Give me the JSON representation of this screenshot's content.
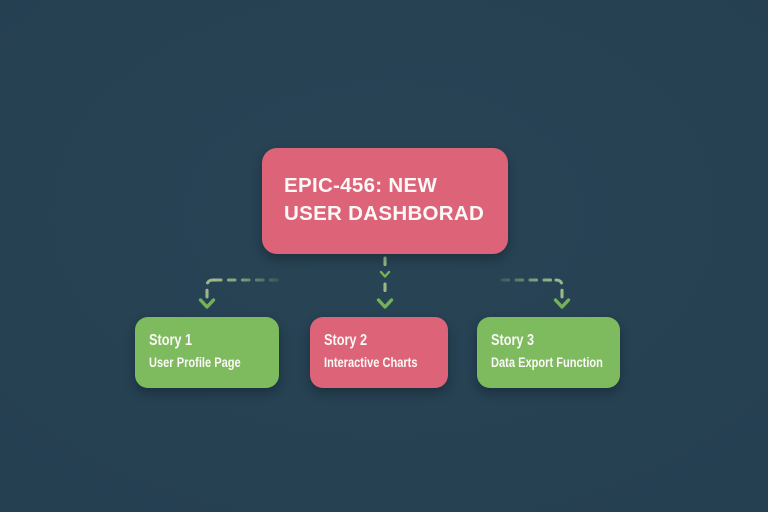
{
  "diagram": {
    "epic": {
      "label": "EPIC-456: NEW USER DASHBORAD",
      "color": "#dd6478",
      "text_color": "#faf9f7"
    },
    "stories": [
      {
        "title": "Story 1",
        "subtitle": "User Profile Page",
        "color": "#7eba5e"
      },
      {
        "title": "Story 2",
        "subtitle": "Interactive Charts",
        "color": "#dd6478"
      },
      {
        "title": "Story 3",
        "subtitle": "Data Export Function",
        "color": "#7eba5e"
      }
    ],
    "connectors": {
      "style": "dashed",
      "direction": "down",
      "dash_color": "#a6c48f",
      "arrow_color": "#76b158"
    },
    "canvas_background": "#254051"
  }
}
